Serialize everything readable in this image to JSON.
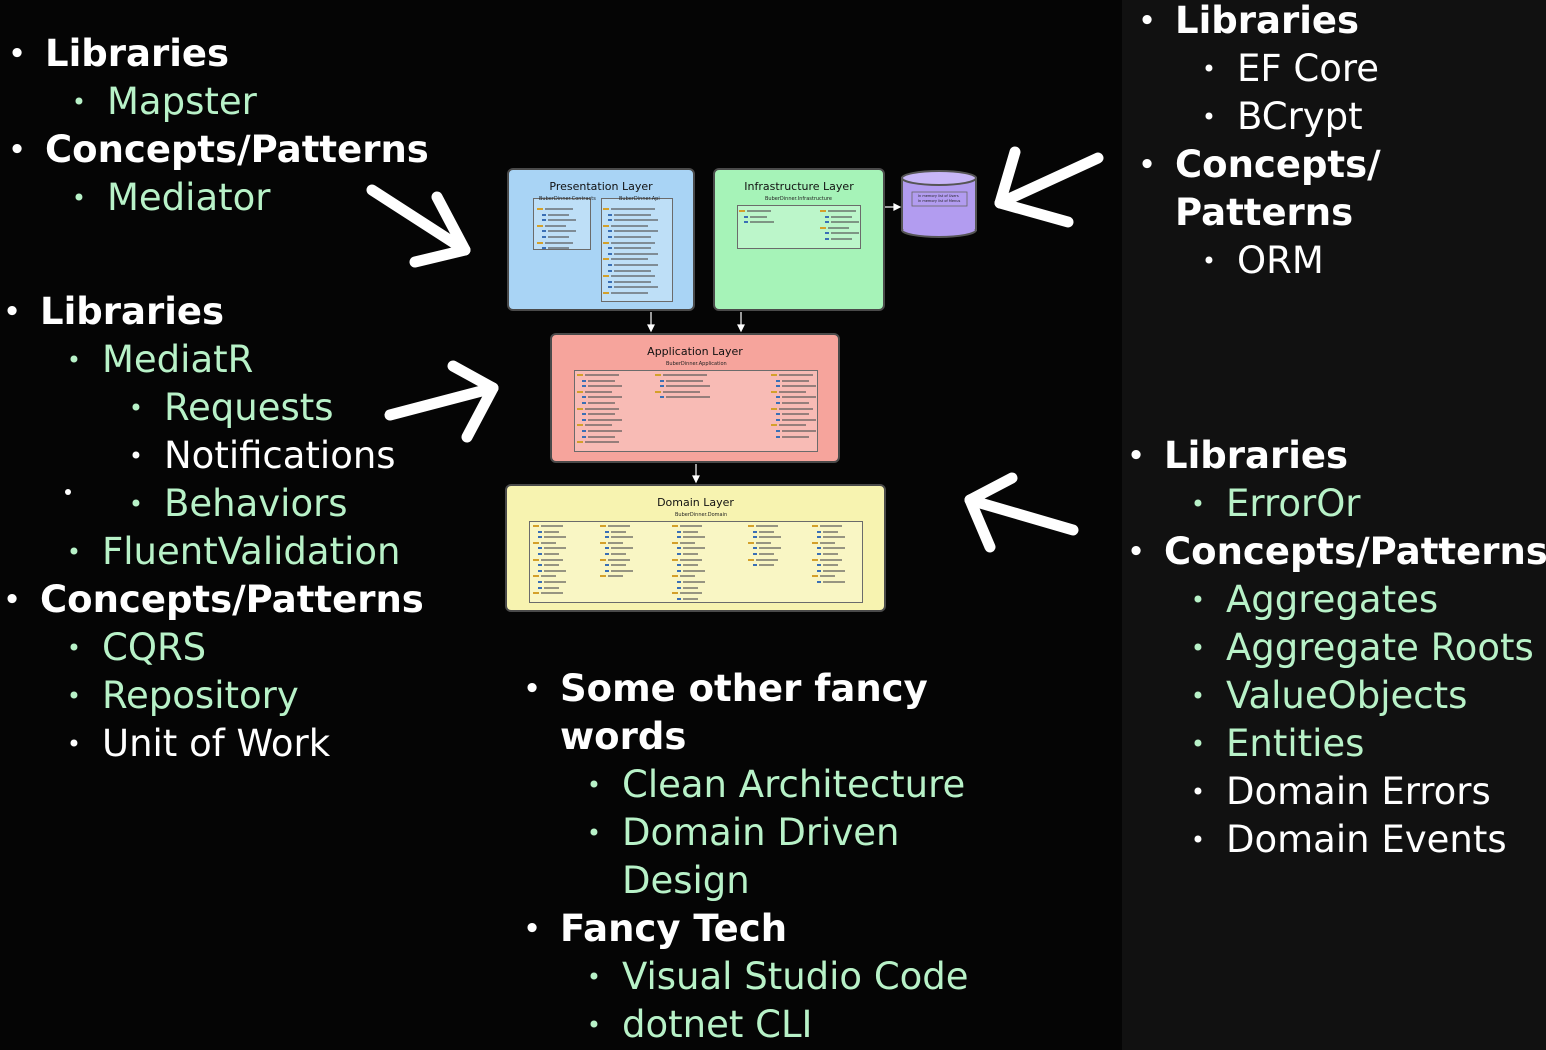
{
  "left_top": {
    "items": [
      {
        "level": 1,
        "text": "Libraries"
      },
      {
        "level": 2,
        "text": "Mapster"
      },
      {
        "level": 1,
        "text": "Concepts/Patterns"
      },
      {
        "level": 2,
        "text": "Mediator"
      }
    ]
  },
  "left_middle": {
    "items": [
      {
        "level": 1,
        "text": "Libraries"
      },
      {
        "level": 2,
        "text": "MediatR"
      },
      {
        "level": 3,
        "text": "Requests"
      },
      {
        "level": 3,
        "text": "Notifications"
      },
      {
        "level": 3,
        "text": "Behaviors"
      },
      {
        "level": 2,
        "text": "FluentValidation"
      },
      {
        "level": 1,
        "text": "Concepts/Patterns"
      },
      {
        "level": 2,
        "text": "CQRS"
      },
      {
        "level": 2,
        "text": "Repository"
      },
      {
        "level": 2,
        "text": "Unit of Work"
      }
    ]
  },
  "right_top": {
    "items": [
      {
        "level": 1,
        "text": "Libraries"
      },
      {
        "level": 2,
        "text": "EF Core"
      },
      {
        "level": 2,
        "text": "BCrypt"
      },
      {
        "level": 1,
        "text": "Concepts/"
      },
      {
        "level": 1,
        "text": "Patterns",
        "continuation": true
      },
      {
        "level": 2,
        "text": "ORM"
      }
    ]
  },
  "right_bottom": {
    "items": [
      {
        "level": 1,
        "text": "Libraries"
      },
      {
        "level": 2,
        "text": "ErrorOr"
      },
      {
        "level": 1,
        "text": "Concepts/Patterns"
      },
      {
        "level": 2,
        "text": "Aggregates"
      },
      {
        "level": 2,
        "text": "Aggregate Roots"
      },
      {
        "level": 2,
        "text": "ValueObjects"
      },
      {
        "level": 2,
        "text": "Entities"
      },
      {
        "level": 2,
        "text": "Domain Errors"
      },
      {
        "level": 2,
        "text": "Domain Events"
      }
    ]
  },
  "center_bottom": {
    "items": [
      {
        "level": 1,
        "text": "Some other fancy"
      },
      {
        "level": 1,
        "text": "words",
        "continuation": true
      },
      {
        "level": 2,
        "text": "Clean Architecture"
      },
      {
        "level": 2,
        "text": "Domain Driven"
      },
      {
        "level": 2,
        "text": "Design",
        "continuation": true
      },
      {
        "level": 1,
        "text": "Fancy Tech"
      },
      {
        "level": 2,
        "text": "Visual Studio Code"
      },
      {
        "level": 2,
        "text": "dotnet CLI"
      }
    ]
  },
  "diagram": {
    "presentation": {
      "title": "Presentation Layer",
      "proj1": "BuberDinner.Contracts",
      "proj2": "BuberDinner.Api",
      "color": "#a9d4f5"
    },
    "infrastructure": {
      "title": "Infrastructure Layer",
      "proj1": "BuberDinner.Infrastructure",
      "color": "#a6f3b8"
    },
    "database": {
      "line1": "In memory list of Users",
      "line2": "In memory list of Menus",
      "color": "#b29cf0"
    },
    "application": {
      "title": "Application Layer",
      "proj1": "BuberDinner.Application",
      "color": "#f6a49c"
    },
    "domain": {
      "title": "Domain Layer",
      "proj1": "BuberDinner.Domain",
      "color": "#f7f3b0"
    }
  },
  "colors": {
    "heading": "#ffffff",
    "accent": "#b8f2c8",
    "background": "#050505",
    "panel": "#111111"
  }
}
